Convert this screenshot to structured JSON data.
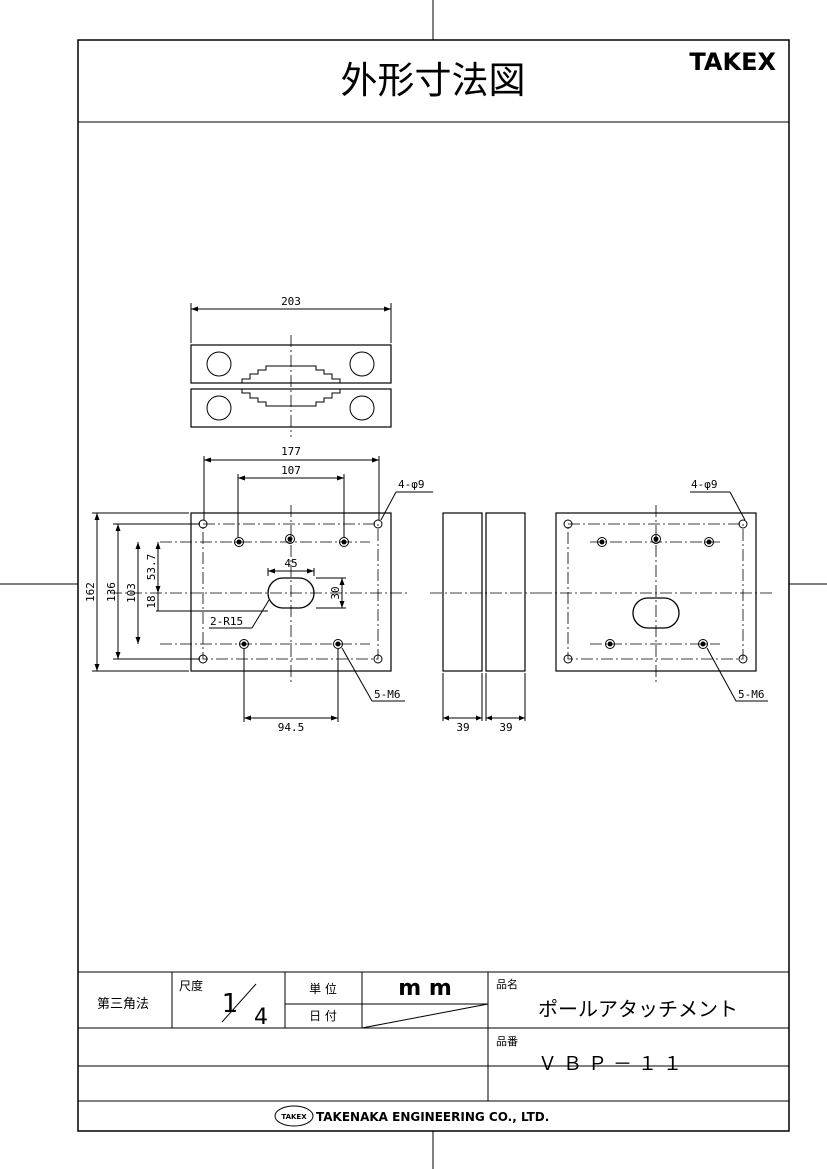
{
  "header": {
    "title": "外形寸法図",
    "brand": "TAKEX"
  },
  "dimensions": {
    "top_width": "203",
    "width_outer": "177",
    "width_inner": "107",
    "hole_spec_left": "4-φ9",
    "hole_spec_right": "4-φ9",
    "height_outer": "162",
    "height_mid": "136",
    "height_inner": "103",
    "offset_upper": "53.7",
    "offset_lower": "18",
    "slot_width": "45",
    "slot_height": "30",
    "slot_radius": "2-R15",
    "bottom_span": "94.5",
    "thread_spec_left": "5-M6",
    "thread_spec_right": "5-M6",
    "side_thickness_1": "39",
    "side_thickness_2": "39"
  },
  "title_block": {
    "projection": "第三角法",
    "scale_label": "尺度",
    "scale_num": "1",
    "scale_den": "4",
    "unit_label": "単 位",
    "unit_value": "m m",
    "date_label": "日 付",
    "name_label": "品名",
    "name_value": "ポールアタッチメント",
    "part_label": "品番",
    "part_value": "ＶＢＰ－１１",
    "company_logo": "TAKEX",
    "company_name": "TAKENAKA ENGINEERING CO., LTD."
  }
}
